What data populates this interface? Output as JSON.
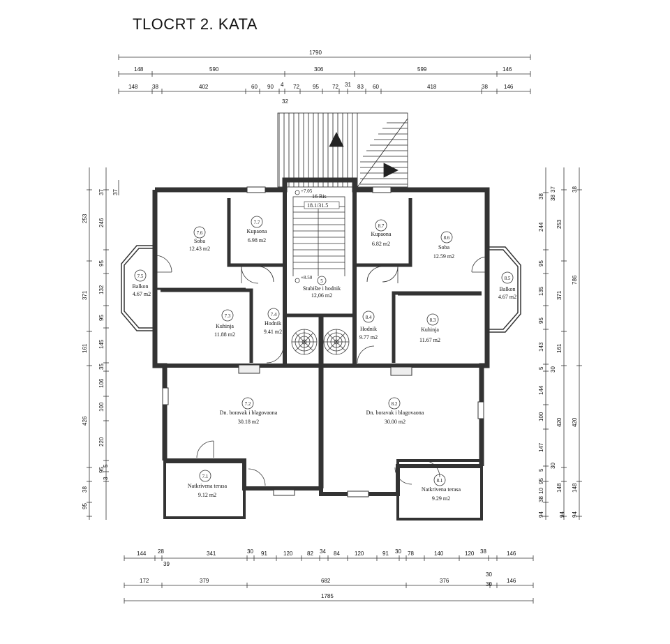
{
  "title": "TLOCRT 2. KATA",
  "dimensions": {
    "top_total": "1790",
    "top_row2": [
      "148",
      "590",
      "306",
      "599",
      "146"
    ],
    "top_row3": [
      "148",
      "38",
      "402",
      "60",
      "90",
      "4",
      "72",
      "95",
      "72",
      "31",
      "83",
      "60",
      "418",
      "38",
      "146"
    ],
    "top_below": "32",
    "bottom_row1": [
      "144",
      "28",
      "341",
      "30",
      "91",
      "120",
      "82",
      "34",
      "84",
      "120",
      "91",
      "30",
      "78",
      "140",
      "120",
      "38",
      "146"
    ],
    "bottom_below": [
      "39"
    ],
    "bottom_row2": [
      "172",
      "379",
      "682",
      "376",
      "30",
      "146"
    ],
    "bottom_row2_extra": "30",
    "bottom_total": "1785",
    "left_col1": [
      "37",
      "253",
      "371",
      "161",
      "426",
      "38",
      "95"
    ],
    "left_col2": [
      "246",
      "95",
      "132",
      "95",
      "145",
      "35",
      "106",
      "100",
      "220",
      "95",
      "5",
      "3"
    ],
    "left_col3": [
      "37"
    ],
    "right_col1": [
      "38",
      "244",
      "95",
      "135",
      "95",
      "143",
      "5",
      "144",
      "100",
      "147",
      "5",
      "95",
      "10",
      "38",
      "94"
    ],
    "right_col2": [
      "37",
      "38",
      "253",
      "371",
      "161",
      "30",
      "420",
      "30",
      "148"
    ],
    "right_col3": [
      "38",
      "786",
      "420",
      "148",
      "94"
    ],
    "right_col0": [
      "94"
    ]
  },
  "rooms": [
    {
      "num": "7.6",
      "name": "Soba",
      "area": "12.43 m2"
    },
    {
      "num": "7.7",
      "name": "Kupaona",
      "area": "6.98 m2"
    },
    {
      "num": "7.5",
      "name": "Balkon",
      "area": "4.67 m2"
    },
    {
      "num": "7.3",
      "name": "Kuhinja",
      "area": "11.88 m2"
    },
    {
      "num": "7.4",
      "name": "Hodnik",
      "area": "9.41 m2"
    },
    {
      "num": "5",
      "name": "Stubište i hodnik",
      "area": "12,06 m2"
    },
    {
      "num": "8.7",
      "name": "Kupaona",
      "area": "6.82 m2"
    },
    {
      "num": "8.6",
      "name": "Soba",
      "area": "12.59 m2"
    },
    {
      "num": "8.5",
      "name": "Balkon",
      "area": "4.67 m2"
    },
    {
      "num": "8.4",
      "name": "Hodnik",
      "area": "9.77 m2"
    },
    {
      "num": "8.3",
      "name": "Kuhinja",
      "area": "11.67 m2"
    },
    {
      "num": "7.2",
      "name": "Dn. boravak i blagovaona",
      "area": "30.18 m2"
    },
    {
      "num": "8.2",
      "name": "Dn. boravak i blagovaona",
      "area": "30.00 m2"
    },
    {
      "num": "7.1",
      "name": "Natkrivena terasa",
      "area": "9.12 m2"
    },
    {
      "num": "8.1",
      "name": "Natkrivena terasa",
      "area": "9.29 m2"
    }
  ],
  "stair": {
    "label": "16 Ris",
    "ratio": "18.1/31.5",
    "level_top": "+7.05",
    "level_bottom": "+8.50"
  }
}
